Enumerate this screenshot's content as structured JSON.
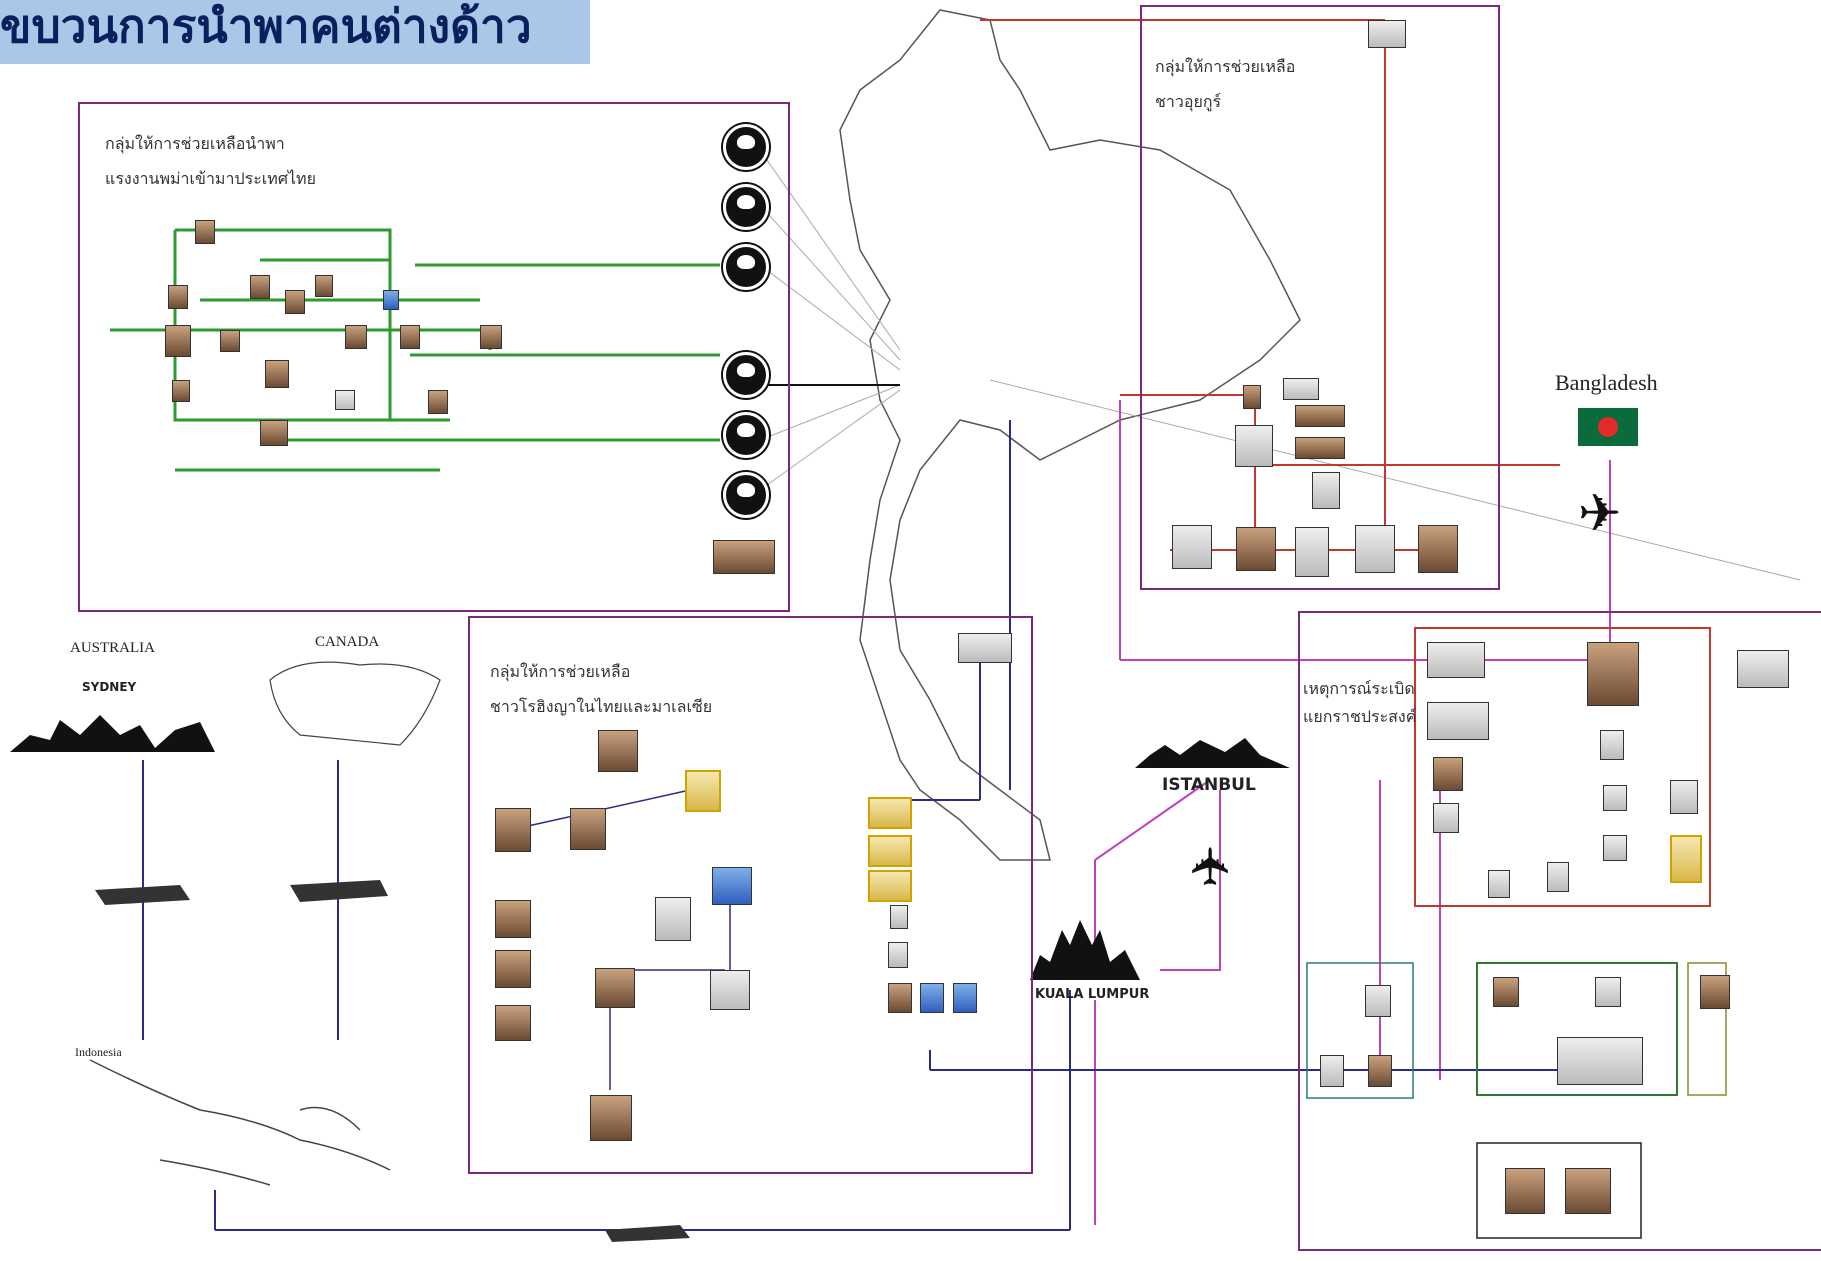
{
  "title": "ขบวนการนำพาคนต่างด้าว",
  "groups": {
    "burmese": {
      "line1": "กลุ่มให้การช่วยเหลือนำพา",
      "line2": "แรงงานพม่าเข้ามาประเทศไทย"
    },
    "uyghur": {
      "line1": "กลุ่มให้การช่วยเหลือ",
      "line2": "ชาวอุยกูร์"
    },
    "rohingya": {
      "line1": "กลุ่มให้การช่วยเหลือ",
      "line2": "ชาวโรฮิงญาในไทยและมาเลเซีย"
    },
    "bombing": {
      "line1": "เหตุการณ์ระเบิด",
      "line2": "แยกราชประสงค์"
    }
  },
  "places": {
    "bangladesh": "Bangladesh",
    "australia": "AUSTRALIA",
    "sydney": "SYDNEY",
    "canada": "CANADA",
    "indonesia": "Indonesia",
    "istanbul": "ISTANBUL",
    "kuala_lumpur": "KUALA LUMPUR"
  },
  "icons": {
    "plane": "airplane-icon",
    "spy": "anonymous-person-icon",
    "ship": "ship-silhouette",
    "flag": "bangladesh-flag"
  },
  "colors": {
    "banner": "#a9c8e8",
    "box_border": "#7a2a7a",
    "green_link": "#2e9a2e",
    "blue_link": "#2b2b8a",
    "red_link": "#c0392b",
    "pink_link": "#c040c0"
  }
}
